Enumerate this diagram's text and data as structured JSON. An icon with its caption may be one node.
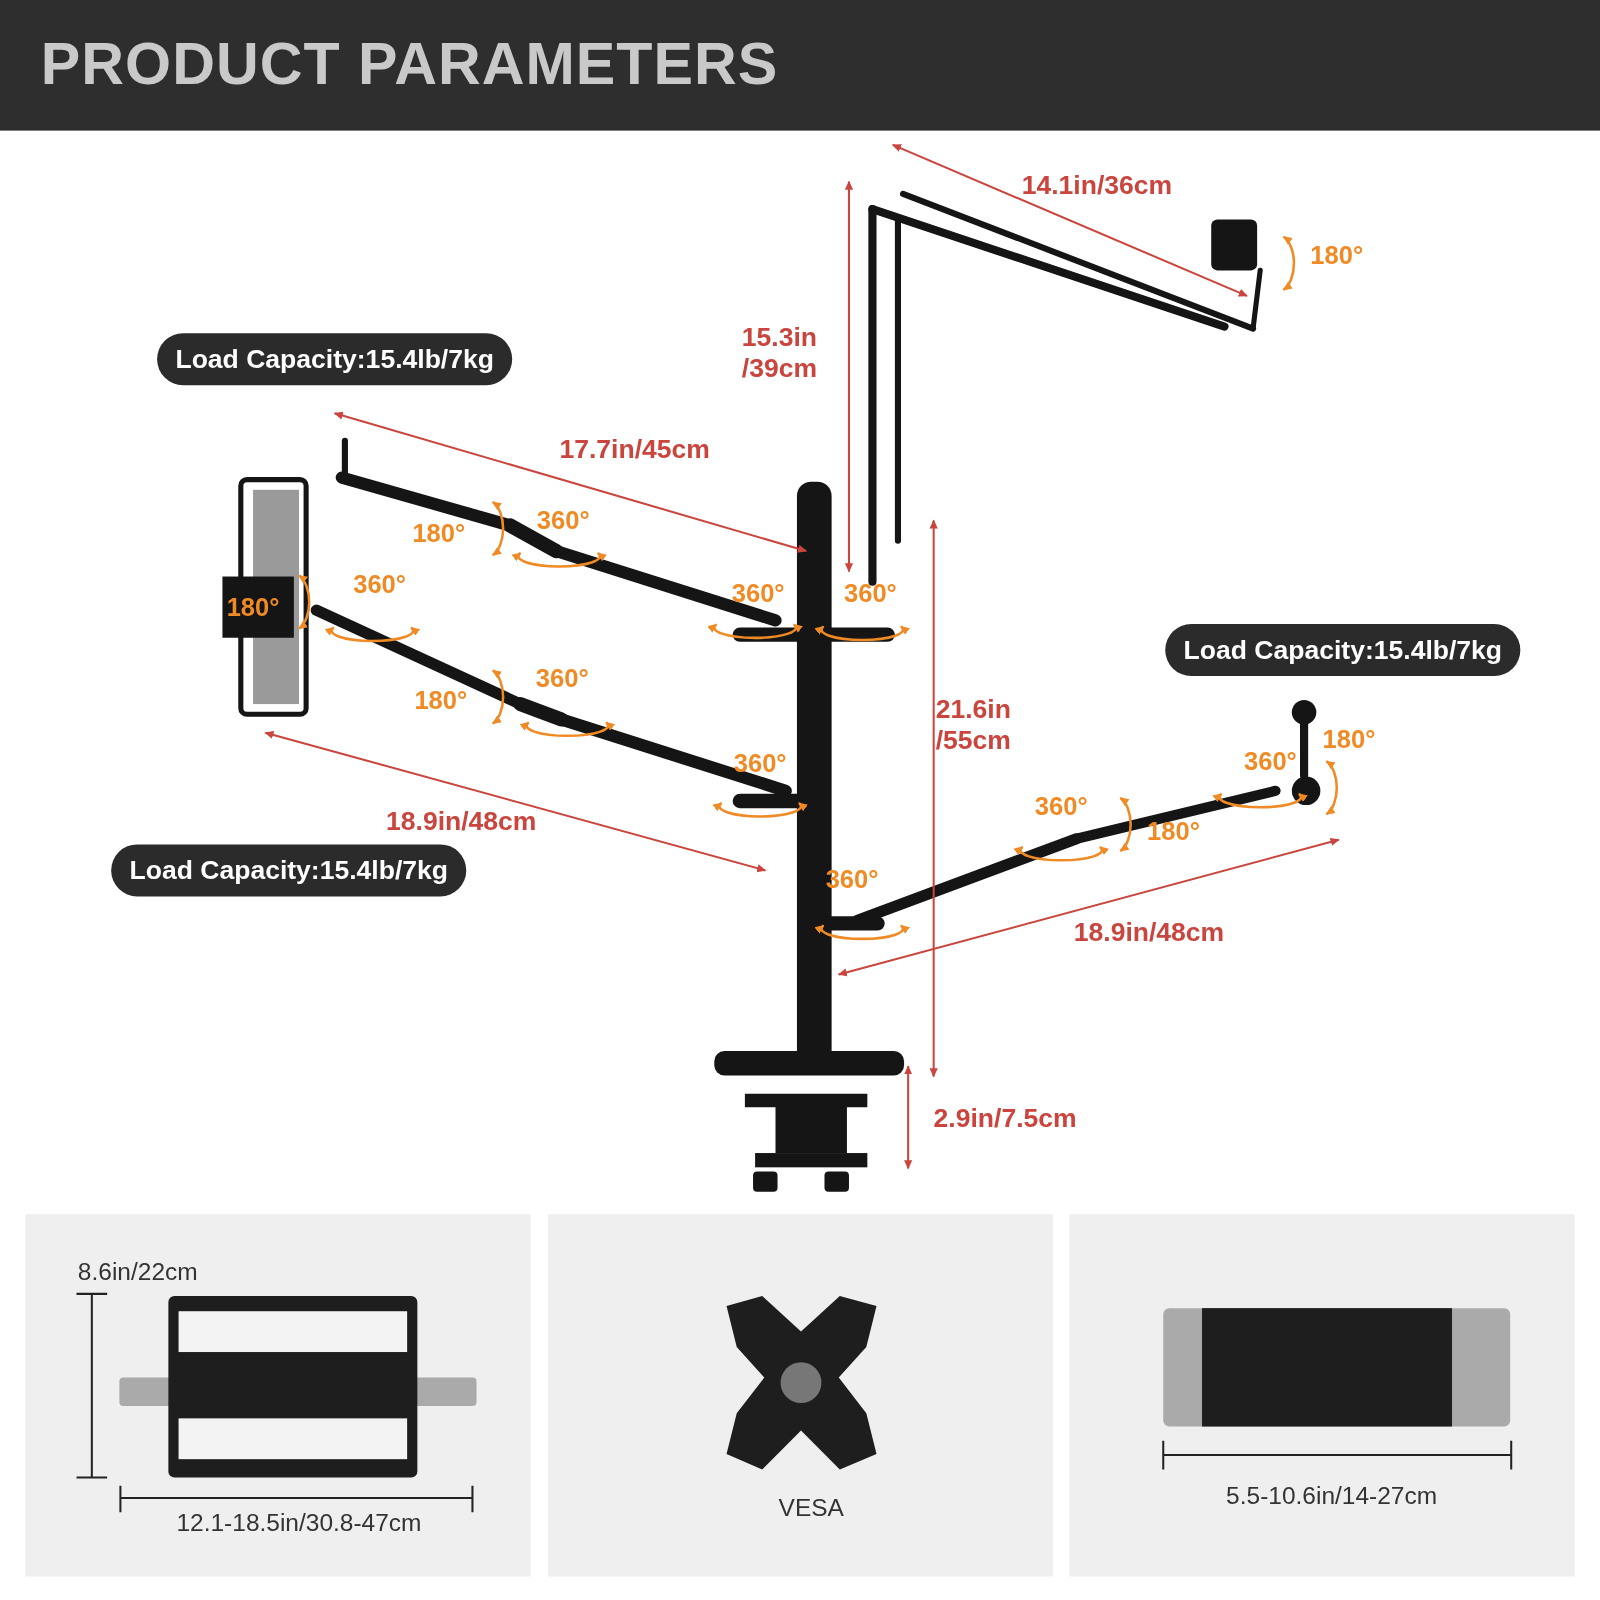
{
  "diagram": {
    "title": "PRODUCT PARAMETERS",
    "nodes": [
      {
        "text": [
          "Load Capacity:15.4lb/7kg"
        ]
      },
      {
        "text": [
          "Load Capacity:15.4lb/7kg"
        ]
      },
      {
        "text": [
          "Load Capacity:15.4lb/7kg"
        ]
      },
      {
        "text": [
          "8.6in/22cm",
          "12.1-18.5in/30.8-47cm"
        ]
      },
      {
        "text": [
          "VESA"
        ]
      },
      {
        "text": [
          "5.5-10.6in/14-27cm"
        ]
      }
    ],
    "labels": [
      "14.1in/36cm",
      "180°",
      "15.3in /39cm",
      "17.7in/45cm",
      "360°",
      "180°",
      "360°",
      "180°",
      "360°",
      "360°",
      "360°",
      "180°",
      "21.6in /55cm",
      "180°",
      "360°",
      "360°",
      "360°",
      "18.9in/48cm",
      "180°",
      "360°",
      "18.9in/48cm",
      "2.9in/7.5cm"
    ]
  }
}
